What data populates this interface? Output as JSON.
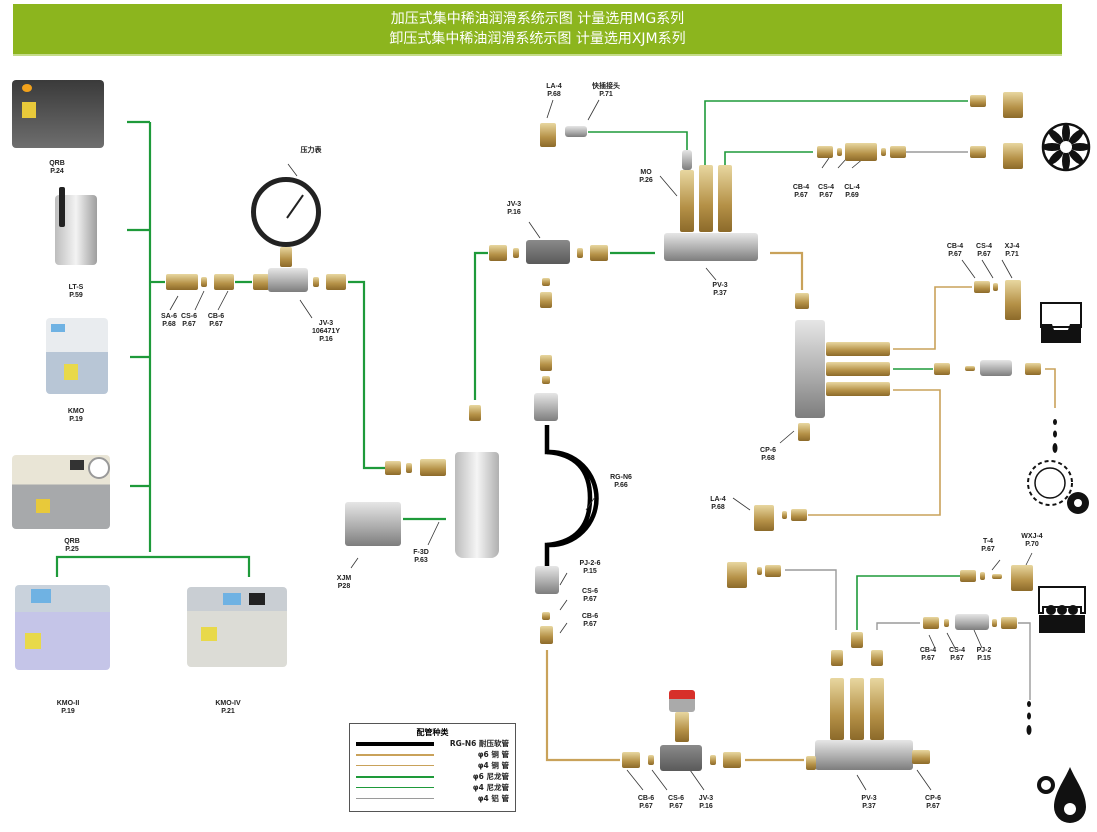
{
  "header": {
    "title_line1": "加压式集中稀油润滑系统示图  计量选用MG系列",
    "title_line2": "卸压式集中稀油润滑系统示图  计量选用XJM系列",
    "background_color": "#8cb51e"
  },
  "pumps": [
    {
      "model": "QRB",
      "page": "P.24"
    },
    {
      "model": "LT-S",
      "page": "P.59"
    },
    {
      "model": "KMO",
      "page": "P.19"
    },
    {
      "model": "QRB",
      "page": "P.25"
    },
    {
      "model": "KMO-II",
      "page": "P.19"
    },
    {
      "model": "KMO-IV",
      "page": "P.21"
    }
  ],
  "components": {
    "sa6": {
      "model": "SA-6",
      "page": "P.68"
    },
    "cs6_a": {
      "model": "CS-6",
      "page": "P.67"
    },
    "cb6_a": {
      "model": "CB-6",
      "page": "P.67"
    },
    "gauge": {
      "name": "压力表"
    },
    "jv3_a": {
      "model": "JV-3",
      "code": "106471Y",
      "page": "P.16"
    },
    "xjm": {
      "model": "XJM",
      "page": "P28"
    },
    "f3d": {
      "model": "F-3D",
      "page": "P.63"
    },
    "la4_a": {
      "model": "LA-4",
      "page": "P.68"
    },
    "quick": {
      "model": "快插接头",
      "page": "P.71"
    },
    "jv3_b": {
      "model": "JV-3",
      "page": "P.16"
    },
    "mo": {
      "model": "MO",
      "page": "P.26"
    },
    "pv3_a": {
      "model": "PV-3",
      "page": "P.37"
    },
    "cb4_a": {
      "model": "CB-4",
      "page": "P.67"
    },
    "cs4_a": {
      "model": "CS-4",
      "page": "P.67"
    },
    "cl4": {
      "model": "CL-4",
      "page": "P.69"
    },
    "cb4_b": {
      "model": "CB-4",
      "page": "P.67"
    },
    "cs4_b": {
      "model": "CS-4",
      "page": "P.67"
    },
    "xj4": {
      "model": "XJ-4",
      "page": "P.71"
    },
    "cp6_a": {
      "model": "CP-6",
      "page": "P.68"
    },
    "rgn6": {
      "model": "RG-N6",
      "page": "P.66"
    },
    "pj26": {
      "model": "PJ-2-6",
      "page": "P.15"
    },
    "cs6_b": {
      "model": "CS-6",
      "page": "P.67"
    },
    "cb6_b": {
      "model": "CB-6",
      "page": "P.67"
    },
    "la4_b": {
      "model": "LA-4",
      "page": "P.68"
    },
    "t4": {
      "model": "T-4",
      "page": "P.67"
    },
    "wxj4": {
      "model": "WXJ-4",
      "page": "P.70"
    },
    "cb4_c": {
      "model": "CB-4",
      "page": "P.67"
    },
    "cs4_c": {
      "model": "CS-4",
      "page": "P.67"
    },
    "pj2": {
      "model": "PJ-2",
      "page": "P.15"
    },
    "cb6_c": {
      "model": "CB-6",
      "page": "P.67"
    },
    "cs6_c": {
      "model": "CS-6",
      "page": "P.67"
    },
    "jv3_c": {
      "model": "JV-3",
      "page": "P.16"
    },
    "pv3_b": {
      "model": "PV-3",
      "page": "P.37"
    },
    "cp6_b": {
      "model": "CP-6",
      "page": "P.67"
    }
  },
  "legend": {
    "title": "配管种类",
    "items": [
      {
        "label": "RG-N6 耐压软管",
        "color": "#000000",
        "kind": "hose"
      },
      {
        "label": "φ6 铜  管",
        "color": "#c9a25a",
        "kind": "copper6"
      },
      {
        "label": "φ4 铜  管",
        "color": "#c9a25a",
        "kind": "copper4"
      },
      {
        "label": "φ6 尼龙管",
        "color": "#1e9a3a",
        "kind": "nylon6"
      },
      {
        "label": "φ4 尼龙管",
        "color": "#1e9a3a",
        "kind": "nylon4"
      },
      {
        "label": "φ4 铝  管",
        "color": "#9a9a9a",
        "kind": "alu4"
      }
    ]
  },
  "machine_icons": [
    "fan-icon",
    "slide-guide-icon",
    "gear-icon",
    "roller-bearing-icon",
    "oil-drop-icon"
  ]
}
